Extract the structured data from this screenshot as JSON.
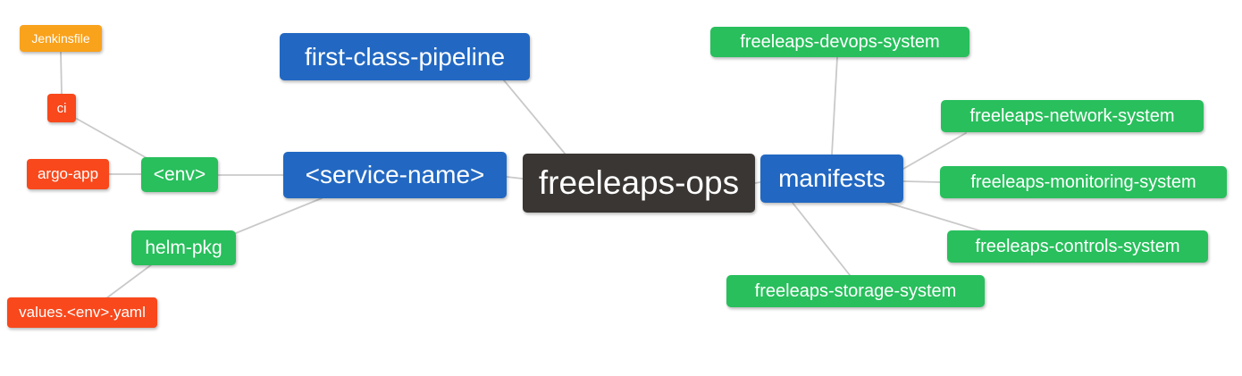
{
  "diagram": {
    "type": "mindmap",
    "root": "freeleaps-ops"
  },
  "palette": {
    "root_bg": "#3A3633",
    "branch_blue_bg": "#2268C2",
    "leaf_green_bg": "#28BF5C",
    "leaf_red_bg": "#F8481C",
    "leaf_orange_bg": "#F9A21C",
    "node_text": "#FFFFFF",
    "edge_line": "#C9C9C9",
    "background": "#FFFFFF"
  },
  "nodes": {
    "jenkinsfile": {
      "label": "Jenkinsfile"
    },
    "ci": {
      "label": "ci"
    },
    "argo_app": {
      "label": "argo-app"
    },
    "env": {
      "label": "<env>"
    },
    "helm_pkg": {
      "label": "helm-pkg"
    },
    "values_yaml": {
      "label": "values.<env>.yaml"
    },
    "pipeline": {
      "label": "first-class-pipeline"
    },
    "service_name": {
      "label": "<service-name>"
    },
    "ops": {
      "label": "freeleaps-ops"
    },
    "manifests": {
      "label": "manifests"
    },
    "devops_system": {
      "label": "freeleaps-devops-system"
    },
    "network_system": {
      "label": "freeleaps-network-system"
    },
    "monitoring_system": {
      "label": "freeleaps-monitoring-system"
    },
    "controls_system": {
      "label": "freeleaps-controls-system"
    },
    "storage_system": {
      "label": "freeleaps-storage-system"
    }
  },
  "edges": [
    {
      "from": "freeleaps-ops",
      "to": "first-class-pipeline"
    },
    {
      "from": "freeleaps-ops",
      "to": "<service-name>"
    },
    {
      "from": "freeleaps-ops",
      "to": "manifests"
    },
    {
      "from": "<service-name>",
      "to": "<env>"
    },
    {
      "from": "<service-name>",
      "to": "helm-pkg"
    },
    {
      "from": "<env>",
      "to": "ci"
    },
    {
      "from": "<env>",
      "to": "argo-app"
    },
    {
      "from": "ci",
      "to": "Jenkinsfile"
    },
    {
      "from": "helm-pkg",
      "to": "values.<env>.yaml"
    },
    {
      "from": "manifests",
      "to": "freeleaps-devops-system"
    },
    {
      "from": "manifests",
      "to": "freeleaps-network-system"
    },
    {
      "from": "manifests",
      "to": "freeleaps-monitoring-system"
    },
    {
      "from": "manifests",
      "to": "freeleaps-controls-system"
    },
    {
      "from": "manifests",
      "to": "freeleaps-storage-system"
    }
  ]
}
